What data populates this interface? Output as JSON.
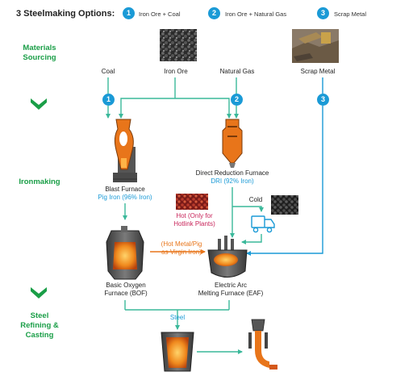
{
  "header": {
    "title": "3 Steelmaking Options:",
    "options": [
      {
        "num": "1",
        "label": "Iron Ore + Coal"
      },
      {
        "num": "2",
        "label": "Iron Ore + Natural Gas"
      },
      {
        "num": "3",
        "label": "Scrap Metal"
      }
    ]
  },
  "sections": {
    "materials_line1": "Materials",
    "materials_line2": "Sourcing",
    "ironmaking": "Ironmaking",
    "steel_line1": "Steel",
    "steel_line2": "Refining &",
    "steel_line3": "Casting"
  },
  "materials": {
    "coal": "Coal",
    "iron_ore": "Iron Ore",
    "natural_gas": "Natural Gas",
    "scrap_metal": "Scrap Metal"
  },
  "route_badges": [
    "1",
    "2",
    "3"
  ],
  "blast_furnace": {
    "name": "Blast Furnace",
    "product": "Pig Iron (96% Iron)"
  },
  "direct_reduction": {
    "name": "Direct Reduction Furnace",
    "product": "DRI (92% Iron)"
  },
  "hot_note": {
    "line1": "Hot (Only for",
    "line2": "Hotlink Plants)"
  },
  "cold_label": "Cold",
  "hot_metal_note": {
    "line1": "(Hot Metal/Pig",
    "line2": "as Virgin Iron)"
  },
  "bof": {
    "line1": "Basic Oxygen",
    "line2": "Furnace (BOF)"
  },
  "eaf": {
    "line1": "Electric Arc",
    "line2": "Melting Furnace (EAF)"
  },
  "steel_label": "Steel",
  "colors": {
    "accent_blue": "#1a9ad6",
    "section_green": "#1a9e47",
    "flow_green": "#3ab89a",
    "hot_orange": "#e8751a",
    "hot_pink": "#c8245a"
  }
}
